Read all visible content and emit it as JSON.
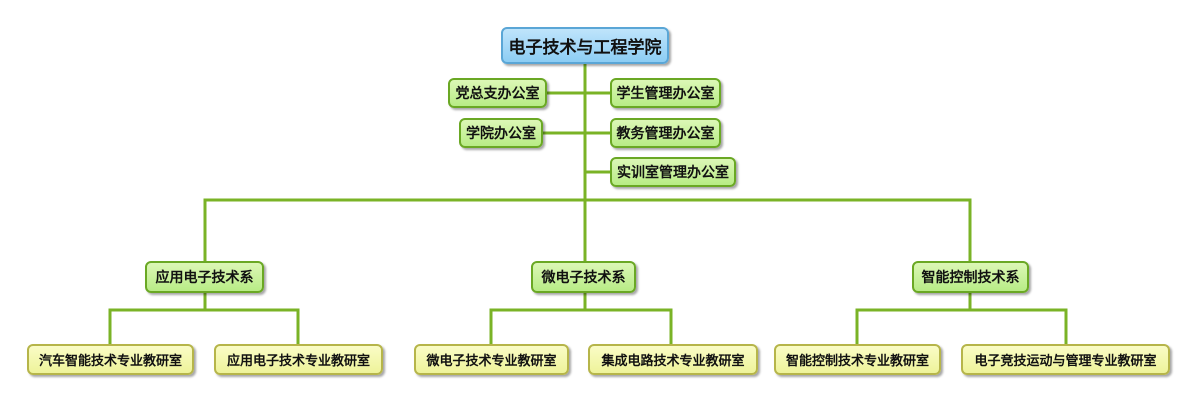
{
  "chart_title": "",
  "root": {
    "label": "电子技术与工程学院"
  },
  "offices": {
    "party": "党总支办公室",
    "student": "学生管理办公室",
    "college": "学院办公室",
    "teaching": "教务管理办公室",
    "training": "实训室管理办公室"
  },
  "departments": [
    {
      "label": "应用电子技术系",
      "labs": [
        "汽车智能技术专业教研室",
        "应用电子技术专业教研室"
      ]
    },
    {
      "label": "微电子技术系",
      "labs": [
        "微电子技术专业教研室",
        "集成电路技术专业教研室"
      ]
    },
    {
      "label": "智能控制技术系",
      "labs": [
        "智能控制技术专业教研室",
        "电子竞技运动与管理专业教研室"
      ]
    }
  ],
  "colors": {
    "connector": "#7ab326",
    "root_fill": "#8ccdf4",
    "root_border": "#5aa6d6",
    "office_fill": "#b8ec86",
    "office_border": "#6aa824",
    "lab_fill": "#eef39a",
    "lab_border": "#b6b54a"
  }
}
